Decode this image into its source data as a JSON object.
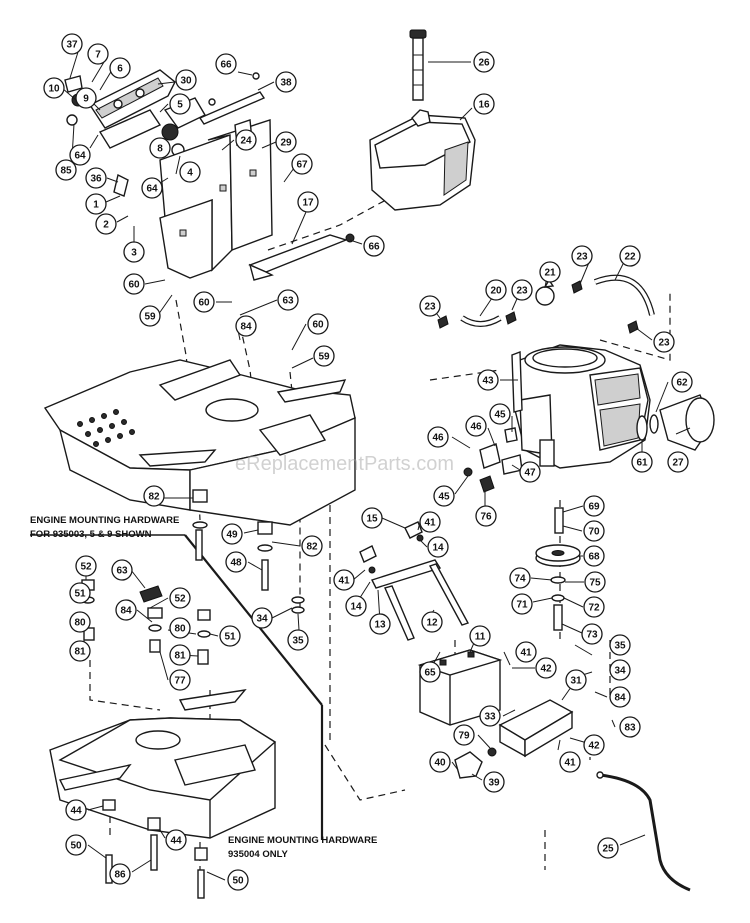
{
  "watermark": "eReplacementParts.com",
  "notes": {
    "hardware_top_line1": "ENGINE MOUNTING HARDWARE",
    "hardware_top_line2": "FOR 935003, 5 & 9 SHOWN",
    "hardware_bottom_line1": "ENGINE MOUNTING HARDWARE",
    "hardware_bottom_line2": "935004 ONLY"
  },
  "callouts": {
    "c37": "37",
    "c7": "7",
    "c6": "6",
    "c10": "10",
    "c9": "9",
    "c30": "30",
    "c5": "5",
    "c64a": "64",
    "c8": "8",
    "c85": "85",
    "c4": "4",
    "c36": "36",
    "c64b": "64",
    "c1": "1",
    "c2": "2",
    "c3": "3",
    "c66a": "66",
    "c38": "38",
    "c24": "24",
    "c29": "29",
    "c67": "67",
    "c17": "17",
    "c66b": "66",
    "c26": "26",
    "c16": "16",
    "c60a": "60",
    "c59a": "59",
    "c60b": "60",
    "c63a": "63",
    "c84a": "84",
    "c60c": "60",
    "c59b": "59",
    "c23a": "23",
    "c22": "22",
    "c21": "21",
    "c23b": "23",
    "c20": "20",
    "c23c": "23",
    "c23d": "23",
    "c43": "43",
    "c62": "62",
    "c45a": "45",
    "c46": "46",
    "c46b": "46",
    "c61": "61",
    "c27": "27",
    "c47": "47",
    "c45b": "45",
    "c76": "76",
    "c69": "69",
    "c70": "70",
    "c68": "68",
    "c74": "74",
    "c75": "75",
    "c71": "71",
    "c72": "72",
    "c73": "73",
    "c82a": "82",
    "c49": "49",
    "c82b": "82",
    "c48": "48",
    "c15": "15",
    "c41a": "41",
    "c14a": "14",
    "c41b": "41",
    "c14b": "14",
    "c13": "13",
    "c12": "12",
    "c34a": "34",
    "c35a": "35",
    "c52a": "52",
    "c63b": "63",
    "c51a": "51",
    "c52b": "52",
    "c80a": "80",
    "c84b": "84",
    "c80b": "80",
    "c51b": "51",
    "c81a": "81",
    "c81b": "81",
    "c77": "77",
    "c11": "11",
    "c41c": "41",
    "c42a": "42",
    "c65": "65",
    "c35b": "35",
    "c34b": "34",
    "c31": "31",
    "c84c": "84",
    "c33": "33",
    "c83": "83",
    "c79": "79",
    "c42b": "42",
    "c40": "40",
    "c41d": "41",
    "c39": "39",
    "c25": "25",
    "c44a": "44",
    "c50a": "50",
    "c44b": "44",
    "c86": "86",
    "c50b": "50"
  }
}
